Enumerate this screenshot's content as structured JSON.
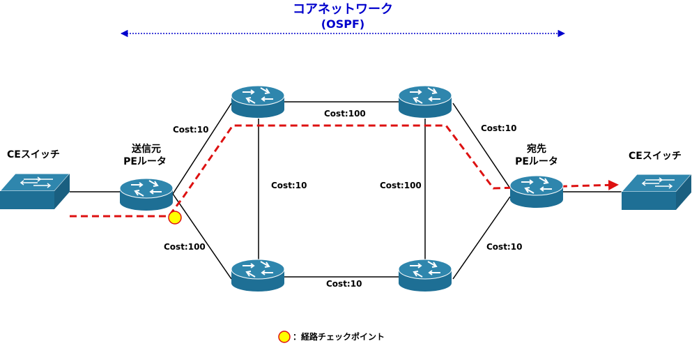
{
  "title": {
    "main": "コアネットワーク",
    "sub": "(OSPF)"
  },
  "nodes": {
    "ce_left": {
      "label": "CEスイッチ",
      "kind": "switch"
    },
    "pe_src": {
      "label_lines": [
        "送信元",
        "PEルータ"
      ],
      "kind": "router"
    },
    "core_top_left": {
      "kind": "router"
    },
    "core_top_right": {
      "kind": "router"
    },
    "core_bottom_left": {
      "kind": "router"
    },
    "core_bottom_right": {
      "kind": "router"
    },
    "pe_dst": {
      "label_lines": [
        "宛先",
        "PEルータ"
      ],
      "kind": "router"
    },
    "ce_right": {
      "label": "CEスイッチ",
      "kind": "switch"
    }
  },
  "links": [
    {
      "from": "ce_left",
      "to": "pe_src",
      "cost": ""
    },
    {
      "from": "pe_src",
      "to": "core_top_left",
      "cost": "Cost:10"
    },
    {
      "from": "pe_src",
      "to": "core_bottom_left",
      "cost": "Cost:100"
    },
    {
      "from": "core_top_left",
      "to": "core_top_right",
      "cost": "Cost:100"
    },
    {
      "from": "core_top_left",
      "to": "core_bottom_left",
      "cost": "Cost:10"
    },
    {
      "from": "core_top_right",
      "to": "core_bottom_right",
      "cost": "Cost:100"
    },
    {
      "from": "core_bottom_left",
      "to": "core_bottom_right",
      "cost": "Cost:10"
    },
    {
      "from": "core_top_right",
      "to": "pe_dst",
      "cost": "Cost:10"
    },
    {
      "from": "core_bottom_right",
      "to": "pe_dst",
      "cost": "Cost:10"
    },
    {
      "from": "pe_dst",
      "to": "ce_right",
      "cost": ""
    }
  ],
  "route": [
    "ce_left",
    "pe_src",
    "core_top_left",
    "core_top_right",
    "pe_dst",
    "ce_right"
  ],
  "legend": {
    "text": "：経路チェックポイント",
    "marker_color": "#ffff00"
  },
  "colors": {
    "device": "#1e6f95",
    "device_top": "#2f86ad",
    "route": "#dd1111",
    "title": "#0000cc"
  }
}
